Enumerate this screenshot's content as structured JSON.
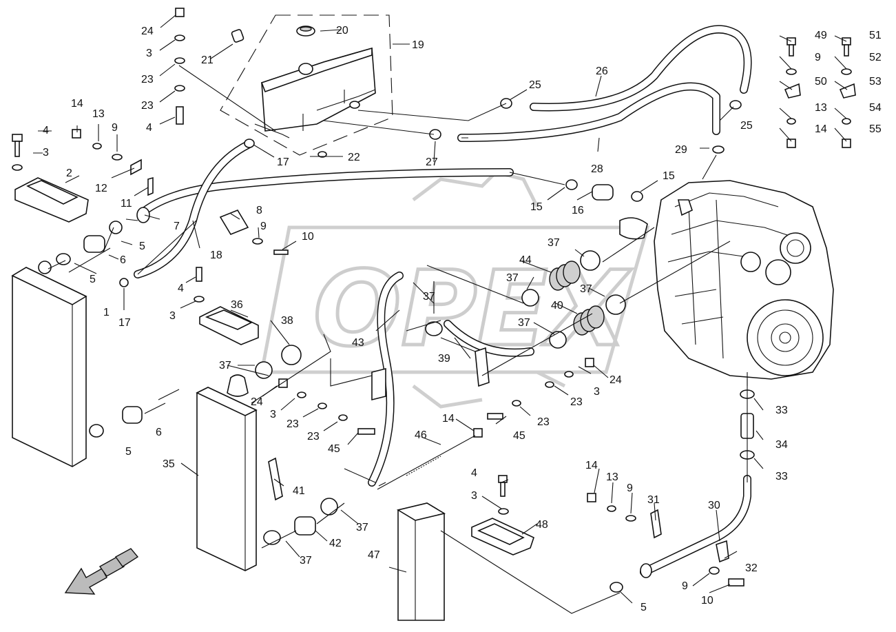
{
  "watermark": "OPEX",
  "callouts": {
    "c1": "1",
    "c2": "2",
    "c3a": "3",
    "c3b": "3",
    "c3c": "3",
    "c3d": "3",
    "c3e": "3",
    "c3f": "3",
    "c4a": "4",
    "c4b": "4",
    "c4c": "4",
    "c4d": "4",
    "c5a": "5",
    "c5b": "5",
    "c5c": "5",
    "c5d": "5",
    "c6a": "6",
    "c6b": "6",
    "c7": "7",
    "c8": "8",
    "c9a": "9",
    "c9b": "9",
    "c9c": "9",
    "c9d": "9",
    "c9e": "9",
    "c10a": "10",
    "c10b": "10",
    "c11": "11",
    "c12": "12",
    "c13a": "13",
    "c13b": "13",
    "c13c": "13",
    "c14a": "14",
    "c14b": "14",
    "c14c": "14",
    "c14d": "14",
    "c15a": "15",
    "c15b": "15",
    "c16": "16",
    "c17a": "17",
    "c17b": "17",
    "c18": "18",
    "c19": "19",
    "c20": "20",
    "c21": "21",
    "c22": "22",
    "c23a": "23",
    "c23b": "23",
    "c23c": "23",
    "c23d": "23",
    "c23e": "23",
    "c23f": "23",
    "c24a": "24",
    "c24b": "24",
    "c24c": "24",
    "c25a": "25",
    "c25b": "25",
    "c26": "26",
    "c27": "27",
    "c28": "28",
    "c29": "29",
    "c30": "30",
    "c31": "31",
    "c32": "32",
    "c33a": "33",
    "c33b": "33",
    "c34": "34",
    "c35": "35",
    "c36": "36",
    "c37a": "37",
    "c37b": "37",
    "c37c": "37",
    "c37d": "37",
    "c37e": "37",
    "c37f": "37",
    "c37g": "37",
    "c37h": "37",
    "c38": "38",
    "c39": "39",
    "c40": "40",
    "c41": "41",
    "c42": "42",
    "c43": "43",
    "c44": "44",
    "c45a": "45",
    "c45b": "45",
    "c46": "46",
    "c47": "47",
    "c48": "48",
    "c49": "49",
    "c50": "50",
    "c51": "51",
    "c52": "52",
    "c53": "53",
    "c54": "54",
    "c55": "55"
  },
  "icons": {
    "direction": "forward-arrow-icon"
  }
}
